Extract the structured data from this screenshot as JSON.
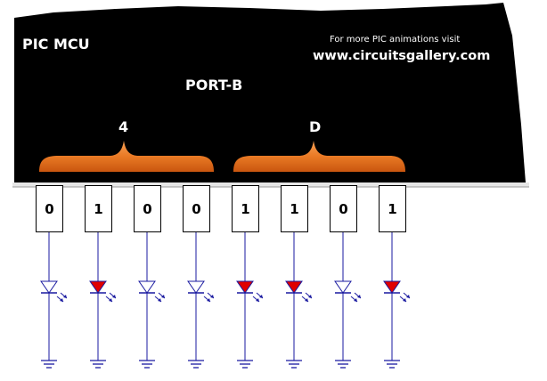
{
  "mcu": {
    "title": "PIC MCU",
    "promo_line": "For more PIC animations visit",
    "promo_url": "www.circuitsgallery.com",
    "port_label": "PORT-B"
  },
  "nibbles": {
    "high": "4",
    "low": "D"
  },
  "bits": [
    "0",
    "1",
    "0",
    "0",
    "1",
    "1",
    "0",
    "1"
  ],
  "leds": [
    {
      "state": "off",
      "fill": "#ffffff"
    },
    {
      "state": "on",
      "fill": "#e00000"
    },
    {
      "state": "off",
      "fill": "#ffffff"
    },
    {
      "state": "off",
      "fill": "#ffffff"
    },
    {
      "state": "on",
      "fill": "#e00000"
    },
    {
      "state": "on",
      "fill": "#e00000"
    },
    {
      "state": "off",
      "fill": "#ffffff"
    },
    {
      "state": "on",
      "fill": "#e00000"
    }
  ],
  "colors": {
    "chip_body": "#000000",
    "brace": "#f07820",
    "pin_line": "#000000",
    "wire": "#1a1aa0",
    "led_on": "#e00000",
    "led_off": "#ffffff",
    "ground": "#1a1aa0"
  }
}
